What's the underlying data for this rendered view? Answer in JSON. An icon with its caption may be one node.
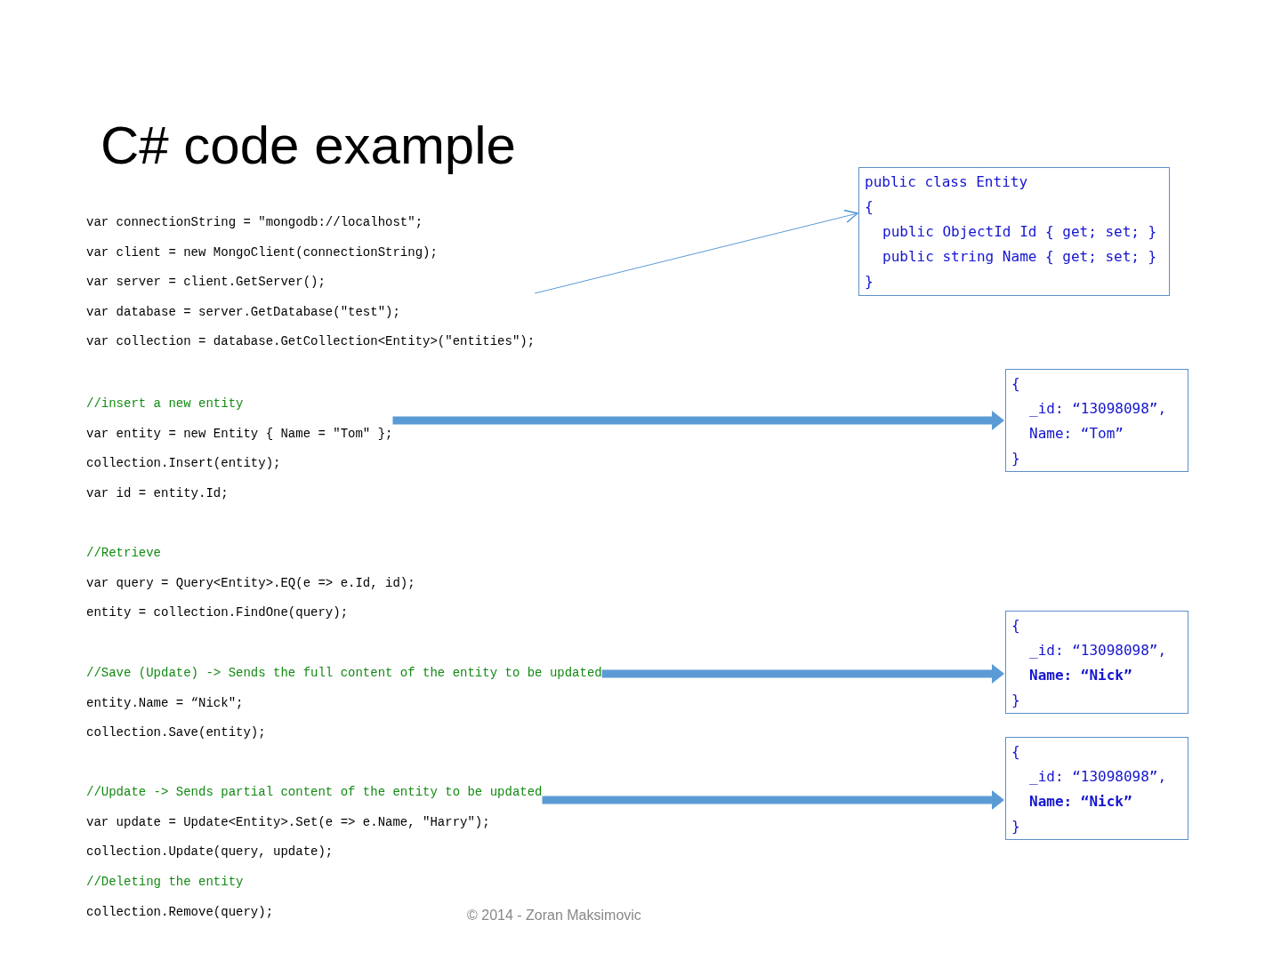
{
  "diagram": {
    "title": "C# code example",
    "nodes": [
      {
        "text": [
          "var connectionString = \"mongodb://localhost\";",
          "var client = new MongoClient(connectionString);",
          "var server = client.GetServer();",
          "var database = server.GetDatabase(\"test\");",
          "var collection = database.GetCollection<Entity>(\"entities\");"
        ]
      },
      {
        "text": [
          "public class Entity",
          "{",
          "public ObjectId Id { get; set; }",
          "public string Name { get; set; }",
          "}"
        ]
      },
      {
        "text": [
          "//insert a new entity",
          "var entity = new Entity { Name = \"Tom\" };",
          "collection.Insert(entity);",
          "var id = entity.Id;"
        ]
      },
      {
        "text": [
          "{",
          "_id: “13098098”,",
          "Name: “Tom”",
          "}"
        ]
      },
      {
        "text": [
          "//Save (Update) -> Sends the full content of the entity to be updated",
          "entity.Name = “Nick\";",
          "collection.Save(entity);"
        ]
      },
      {
        "text": [
          "{",
          "_id: “13098098”,",
          "Name: “Nick”",
          "}"
        ]
      },
      {
        "text": [
          "//Update -> Sends partial content of the entity to be updated",
          "var update = Update<Entity>.Set(e => e.Name, \"Harry\");",
          "collection.Update(query, update);"
        ]
      },
      {
        "text": [
          "{",
          "_id: “13098098”,",
          "Name: “Nick”",
          "}"
        ]
      }
    ],
    "edges": [
      {
        "from": 0,
        "to": 1,
        "arrow": "to"
      },
      {
        "from": 2,
        "to": 3,
        "arrow": "to"
      },
      {
        "from": 4,
        "to": 5,
        "arrow": "to"
      },
      {
        "from": 6,
        "to": 7,
        "arrow": "to"
      }
    ],
    "labels": [
      "//Retrieve",
      "var query = Query<Entity>.EQ(e => e.Id, id);",
      "entity = collection.FindOne(query);",
      "//Deleting the entity",
      "collection.Remove(query);",
      "© 2014 - Zoran Maksimovic"
    ]
  }
}
